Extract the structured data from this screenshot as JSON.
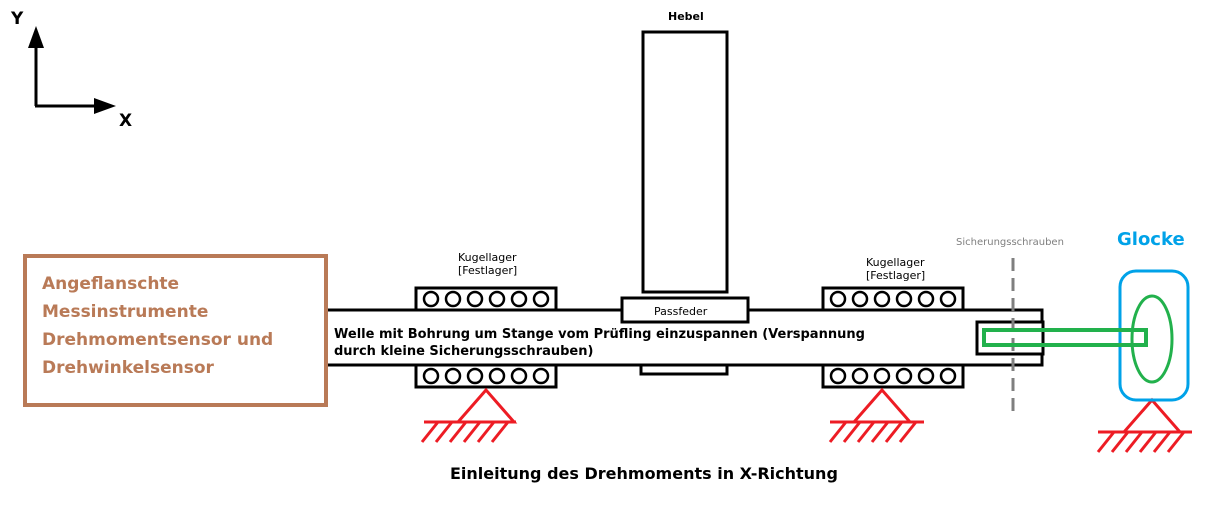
{
  "axes": {
    "y_label": "Y",
    "x_label": "X"
  },
  "labels": {
    "hebel": "Hebel",
    "kugellager_left_line1": "Kugellager",
    "kugellager_left_line2": "[Festlager]",
    "kugellager_right_line1": "Kugellager",
    "kugellager_right_line2": "[Festlager]",
    "sicherungsschrauben": "Sicherungsschrauben",
    "glocke": "Glocke",
    "passfeder": "Passfeder",
    "welle_text": "Welle mit Bohrung um Stange vom Prüfling einzuspannen (Verspannung durch kleine Sicherungsschrauben)",
    "sensor_line1": "Angeflanschte",
    "sensor_line2": "Messinstrumente",
    "sensor_line3": "Drehmomentsensor und",
    "sensor_line4": "Drehwinkelsensor",
    "bottom_caption": "Einleitung des Drehmoments in X-Richtung"
  },
  "colors": {
    "outline": "#000000",
    "sensor": "#b97a57",
    "support": "#ed1c24",
    "stange": "#22b14c",
    "glocke": "#00a2e8",
    "sicherungsschrauben": "#7f7f7f"
  }
}
